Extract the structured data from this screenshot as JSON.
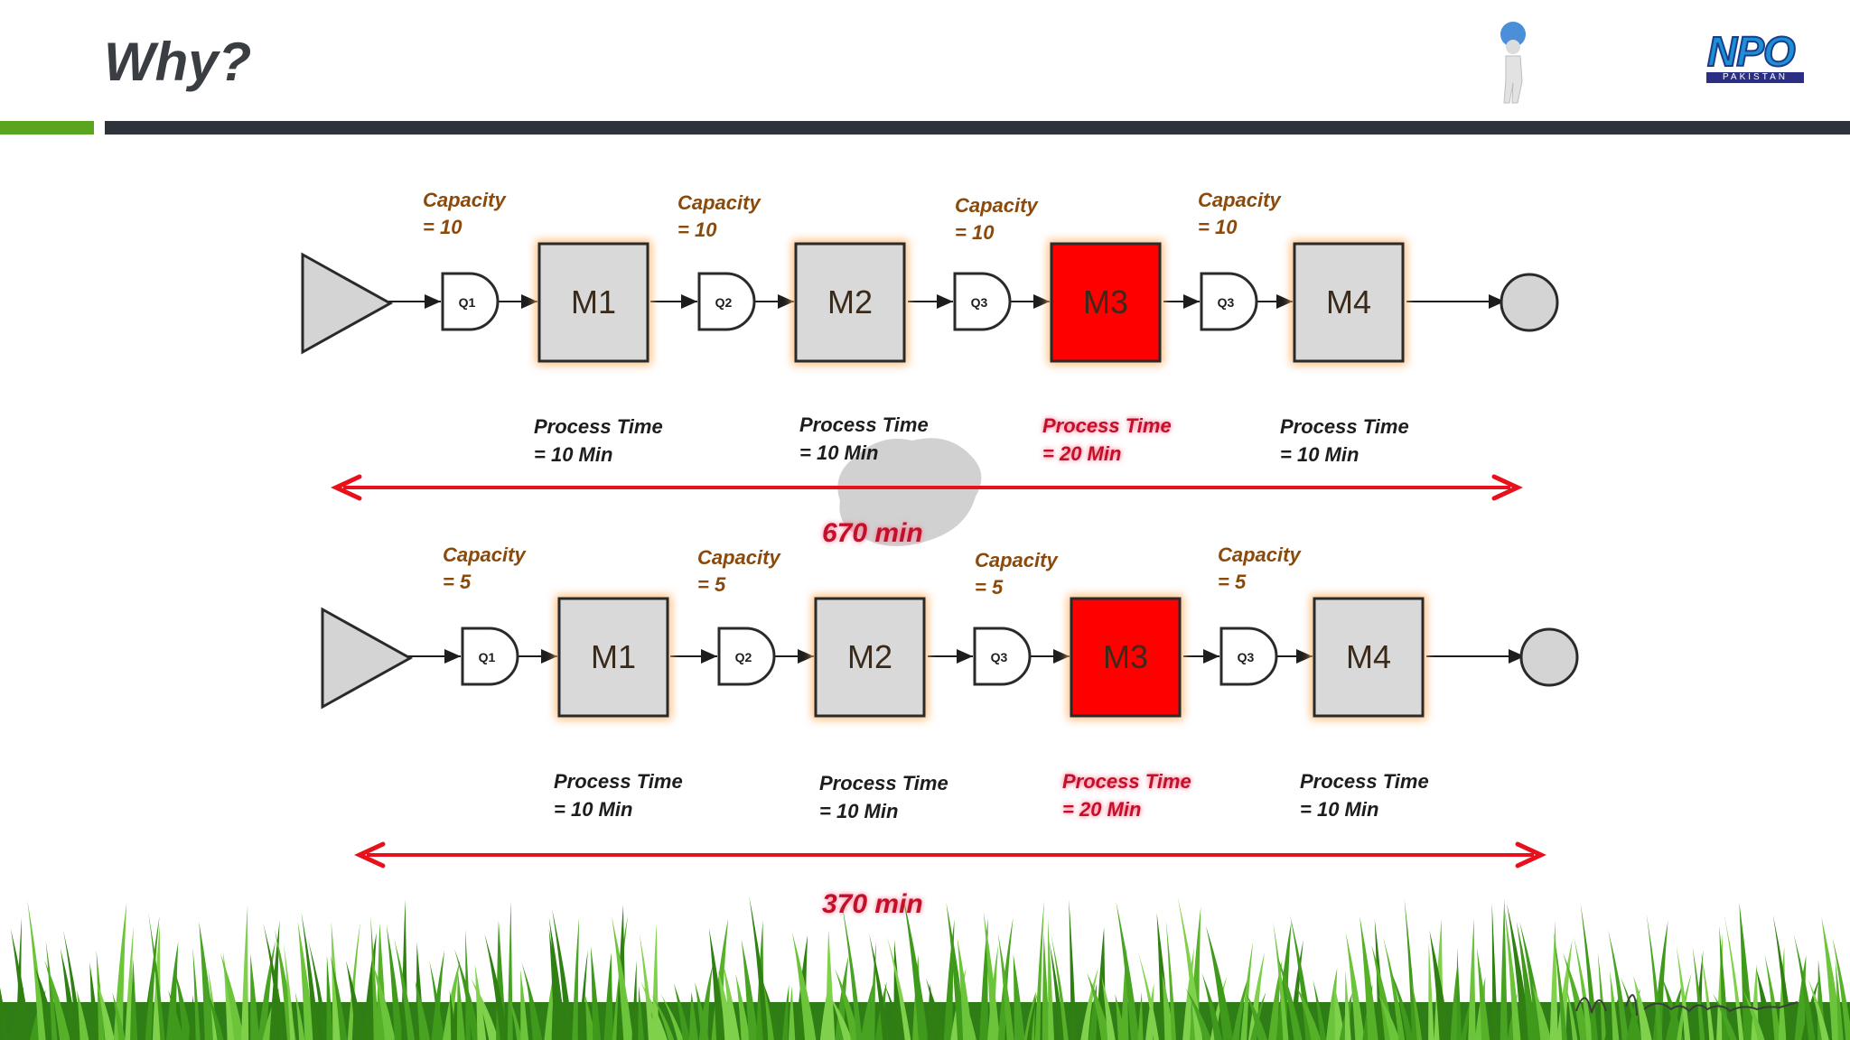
{
  "slide": {
    "title": "Why?",
    "logo_text": "NPO",
    "logo_subtext": "PAKISTAN"
  },
  "colors": {
    "label_brown": "#8a4a0c",
    "bottleneck_red": "#ff0000",
    "machine_gray": "#d9d9d9",
    "arrow_red": "#e8101a",
    "flow_glow": "#7fe0ff",
    "total_text": "#c0102a"
  },
  "flow_lines": [
    {
      "queues": [
        {
          "label": "Q1",
          "capacity_line1": "Capacity",
          "capacity_line2": "= 10"
        },
        {
          "label": "Q2",
          "capacity_line1": "Capacity",
          "capacity_line2": "= 10"
        },
        {
          "label": "Q3",
          "capacity_line1": "Capacity",
          "capacity_line2": "= 10"
        },
        {
          "label": "Q3",
          "capacity_line1": "Capacity",
          "capacity_line2": "= 10"
        }
      ],
      "machines": [
        {
          "label": "M1",
          "process_line1": "Process Time",
          "process_line2": "= 10 Min",
          "bottleneck": false
        },
        {
          "label": "M2",
          "process_line1": "Process Time",
          "process_line2": "= 10 Min",
          "bottleneck": false
        },
        {
          "label": "M3",
          "process_line1": "Process Time",
          "process_line2": "= 20 Min",
          "bottleneck": true
        },
        {
          "label": "M4",
          "process_line1": "Process Time",
          "process_line2": "= 10 Min",
          "bottleneck": false
        }
      ],
      "total_time": "670 min"
    },
    {
      "queues": [
        {
          "label": "Q1",
          "capacity_line1": "Capacity",
          "capacity_line2": "= 5"
        },
        {
          "label": "Q2",
          "capacity_line1": "Capacity",
          "capacity_line2": "= 5"
        },
        {
          "label": "Q3",
          "capacity_line1": "Capacity",
          "capacity_line2": "= 5"
        },
        {
          "label": "Q3",
          "capacity_line1": "Capacity",
          "capacity_line2": "= 5"
        }
      ],
      "machines": [
        {
          "label": "M1",
          "process_line1": "Process Time",
          "process_line2": "= 10 Min",
          "bottleneck": false
        },
        {
          "label": "M2",
          "process_line1": "Process Time",
          "process_line2": "= 10 Min",
          "bottleneck": false
        },
        {
          "label": "M3",
          "process_line1": "Process Time",
          "process_line2": "= 20 Min",
          "bottleneck": true
        },
        {
          "label": "M4",
          "process_line1": "Process Time",
          "process_line2": "= 10 Min",
          "bottleneck": false
        }
      ],
      "total_time": "370 min"
    }
  ]
}
